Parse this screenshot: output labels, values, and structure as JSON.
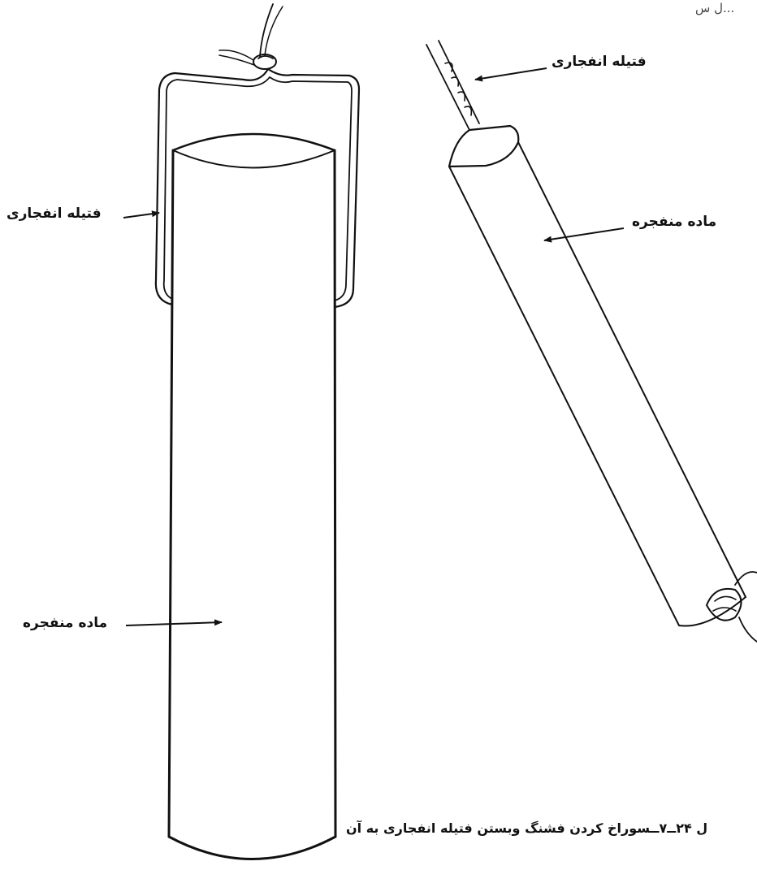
{
  "labels": {
    "top_fragment": "...ل س",
    "left_fuse": "فتیله انفجاری",
    "left_explosive": "ماده منفجره",
    "right_fuse": "فتیله انفجاری",
    "right_explosive": "ماده منفجره"
  },
  "caption": "ل ۲۴ــ۷ــسوراخ کردن فشنگ وبستن فتیله انفجاری به آن",
  "colors": {
    "ink": "#111111",
    "background": "#ffffff"
  }
}
